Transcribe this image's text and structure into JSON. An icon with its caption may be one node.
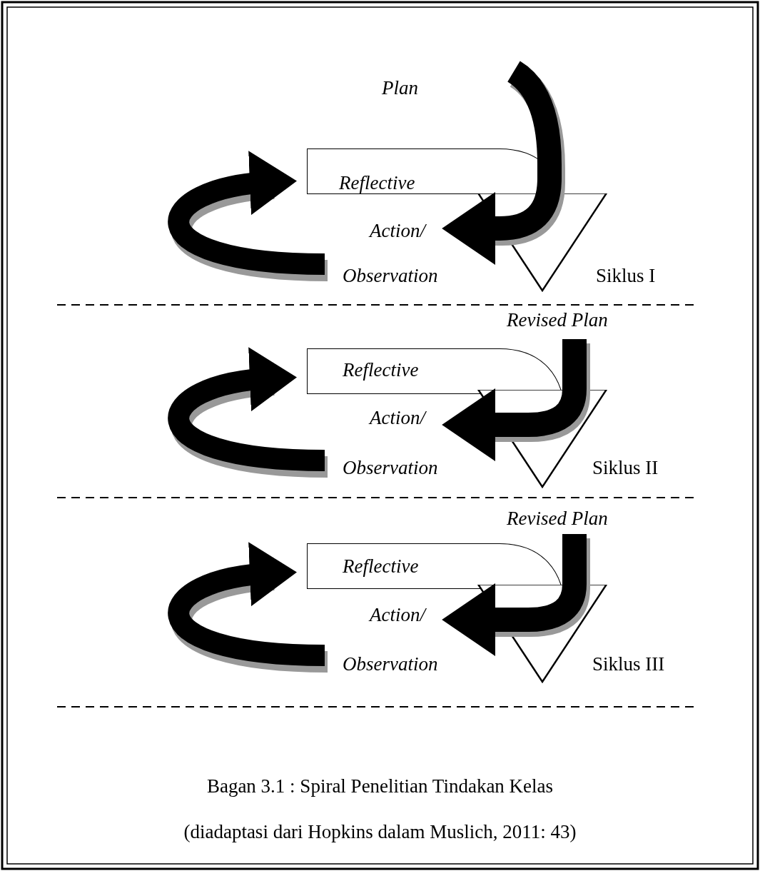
{
  "diagram": {
    "title": "Bagan 3.1 : Spiral Penelitian Tindakan Kelas",
    "caption": "(diadaptasi dari Hopkins dalam Muslich, 2011: 43)",
    "labels": [
      "Plan",
      "Reflective",
      "Action/",
      "Observation",
      "Siklus I",
      "Revised Plan",
      "Reflective",
      "Action/",
      "Observation",
      "Siklus II",
      "Revised Plan",
      "Reflective",
      "Action/",
      "Observation",
      "Siklus III"
    ]
  }
}
